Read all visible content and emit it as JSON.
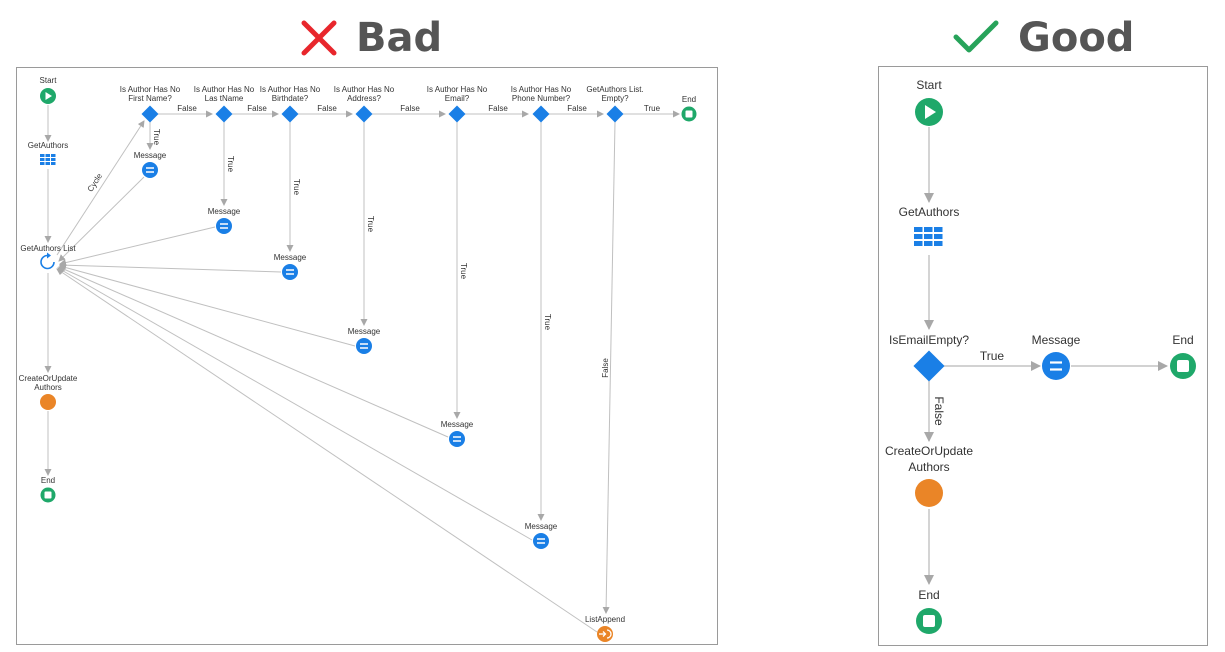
{
  "bad": {
    "heading": "Bad",
    "heading_icon": "cross-icon",
    "heading_color": "#e8262c",
    "nodes": {
      "start": "Start",
      "get_authors": "GetAuthors",
      "get_authors_list": "GetAuthors List",
      "create_or_update": [
        "CreateOrUpdate",
        "Authors"
      ],
      "end_left": "End",
      "end_right": "End",
      "list_append": "ListAppend",
      "decisions": [
        [
          "Is Author Has No",
          "First Name?"
        ],
        [
          "Is Author Has No",
          "Las tName"
        ],
        [
          "Is Author Has No",
          "Birthdate?"
        ],
        [
          "Is Author Has No",
          "Address?"
        ],
        [
          "Is Author Has No",
          "Email?"
        ],
        [
          "Is Author Has No",
          "Phone Number?"
        ],
        [
          "GetAuthors List.",
          "Empty?"
        ]
      ],
      "message": "Message"
    },
    "edges": {
      "false": "False",
      "true": "True",
      "cycle": "Cycle"
    }
  },
  "good": {
    "heading": "Good",
    "heading_icon": "check-icon",
    "heading_color": "#27a35a",
    "nodes": {
      "start": "Start",
      "get_authors": "GetAuthors",
      "decision": "IsEmailEmpty?",
      "message": "Message",
      "end_right": "End",
      "create_or_update": [
        "CreateOrUpdate",
        "Authors"
      ],
      "end_bottom": "End"
    },
    "edges": {
      "true": "True",
      "false": "False"
    }
  },
  "colors": {
    "green": "#1fa86a",
    "blue": "#1a7fe6",
    "orange": "#ea8527",
    "line": "#b8b8b8",
    "text": "#333333"
  }
}
